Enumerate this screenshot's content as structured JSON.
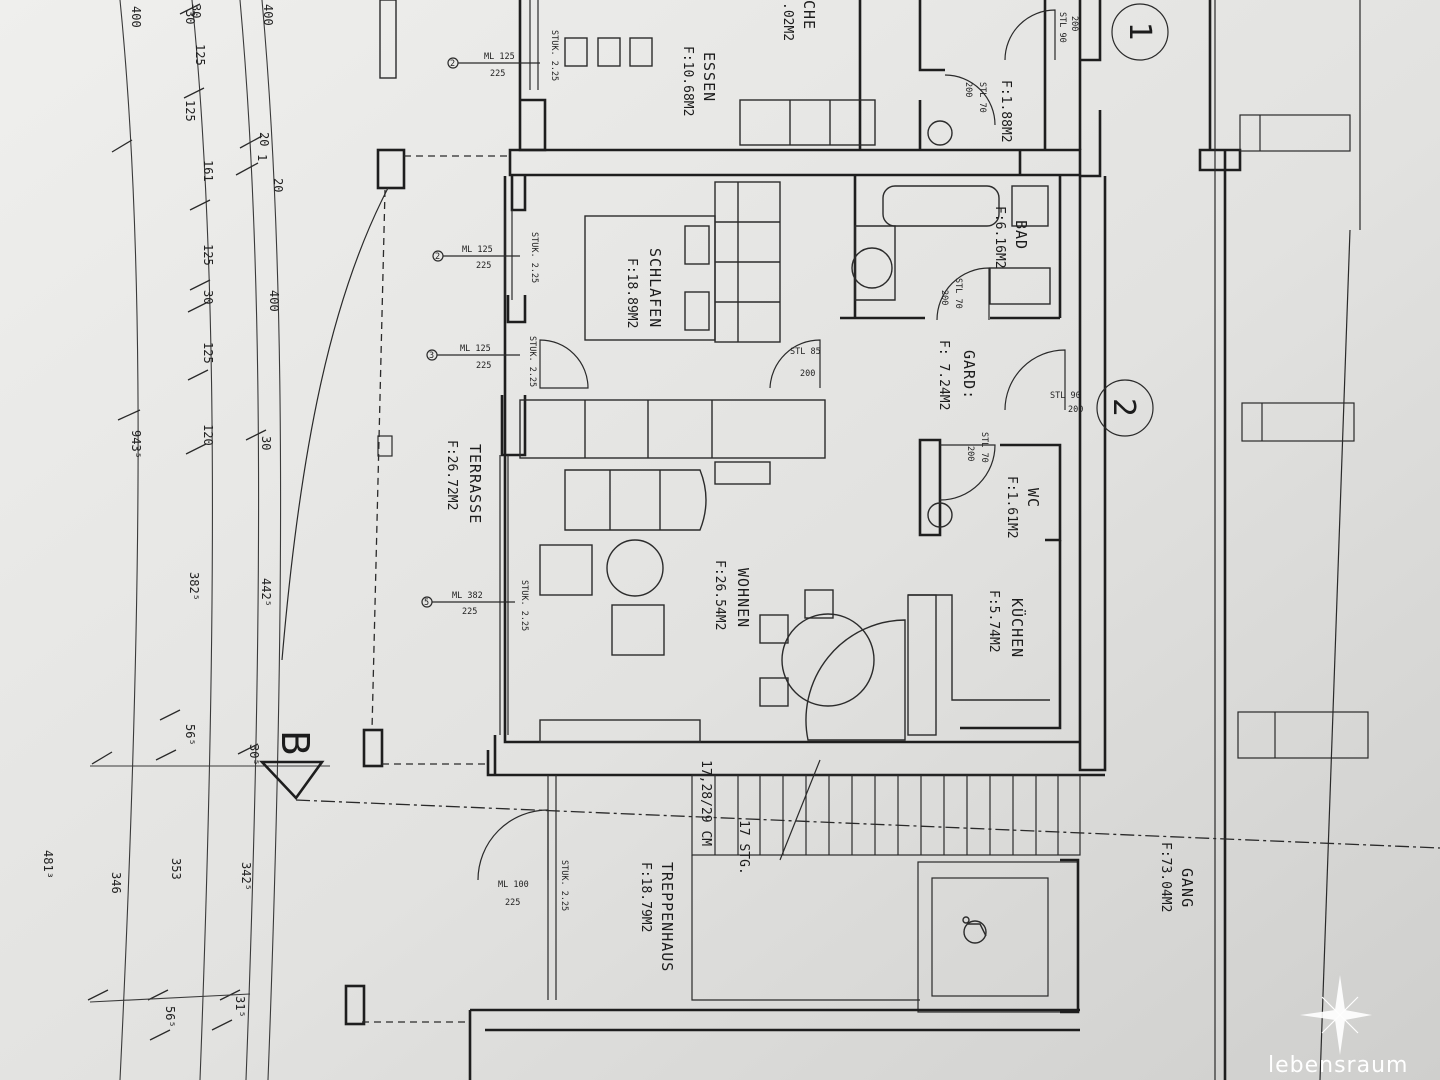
{
  "rooms": {
    "kitchen_top": "CHE",
    "kitchen_top_area": ".02M2",
    "essen": "ESSEN",
    "essen_area": "F:10.68M2",
    "wc_top_area": "F:1.88M2",
    "schlafen": "SCHLAFEN",
    "schlafen_area": "F:18.89M2",
    "bad": "BAD",
    "bad_area": "F:6.16M2",
    "gard": "GARD:",
    "gard_area": "F: 7.24M2",
    "terrasse": "TERRASSE",
    "terrasse_area": "F:26.72M2",
    "wohnen": "WOHNEN",
    "wohnen_area": "F:26.54M2",
    "wc": "WC",
    "wc_area": "F:1.61M2",
    "kuchen": "KÜCHEN",
    "kuchen_area": "F:5.74M2",
    "treppenhaus": "TREPPENHAUS",
    "treppenhaus_area": "F:18.79M2",
    "gang": "GANG",
    "gang_area": "F:73.04M2"
  },
  "markers": {
    "unit1": "1",
    "unit2": "2",
    "section": "B",
    "stairs_count": "17 STG.",
    "stairs_dims": "17,28/29 CM",
    "elevator_icon": "wheelchair-icon"
  },
  "doors": {
    "d1_top": "STL 90",
    "d1_bot": "200",
    "d2_top": "STL 70",
    "d2_bot": "200",
    "d3_top": "STL 70",
    "d3_bot": "200",
    "d4_top": "STL 85",
    "d4_bot": "200",
    "d5_top": "STL 90",
    "d5_bot": "200",
    "d6_top": "STL 70",
    "d6_bot": "200",
    "d7_top": "ML 100",
    "d7_bot": "225"
  },
  "windows": {
    "w1_num": "2",
    "w1_top": "ML 125",
    "w1_bot": "225",
    "w1_stuk": "STUK. 2.25",
    "w2_num": "2",
    "w2_top": "ML 125",
    "w2_bot": "225",
    "w2_stuk": "STUK. 2.25",
    "w3_num": "3",
    "w3_top": "ML 125",
    "w3_bot": "225",
    "w3_stuk": "STUK. 2.25",
    "w4_num": "5",
    "w4_top": "ML 382",
    "w4_bot": "225",
    "w4_stuk": "STUK. 2.25",
    "w5_stuk": "STUK. 2.25"
  },
  "dimensions": {
    "c1": [
      "400",
      "943⁵",
      "481³"
    ],
    "c2": [
      "30",
      "125",
      "161",
      "125",
      "30",
      "125",
      "120",
      "382⁵",
      "56⁵",
      "346",
      "56⁵"
    ],
    "c3": [
      "125",
      "30",
      "353"
    ],
    "c4": [
      "400",
      "20",
      "1",
      "20",
      "400",
      "30",
      "442⁵",
      "30⁵",
      "342⁵",
      "31⁵"
    ]
  },
  "watermark": "lebensraum",
  "colors": {
    "paper": "#e4e4e2",
    "ink": "#1e1e1e",
    "watermark": "#ffffff"
  }
}
